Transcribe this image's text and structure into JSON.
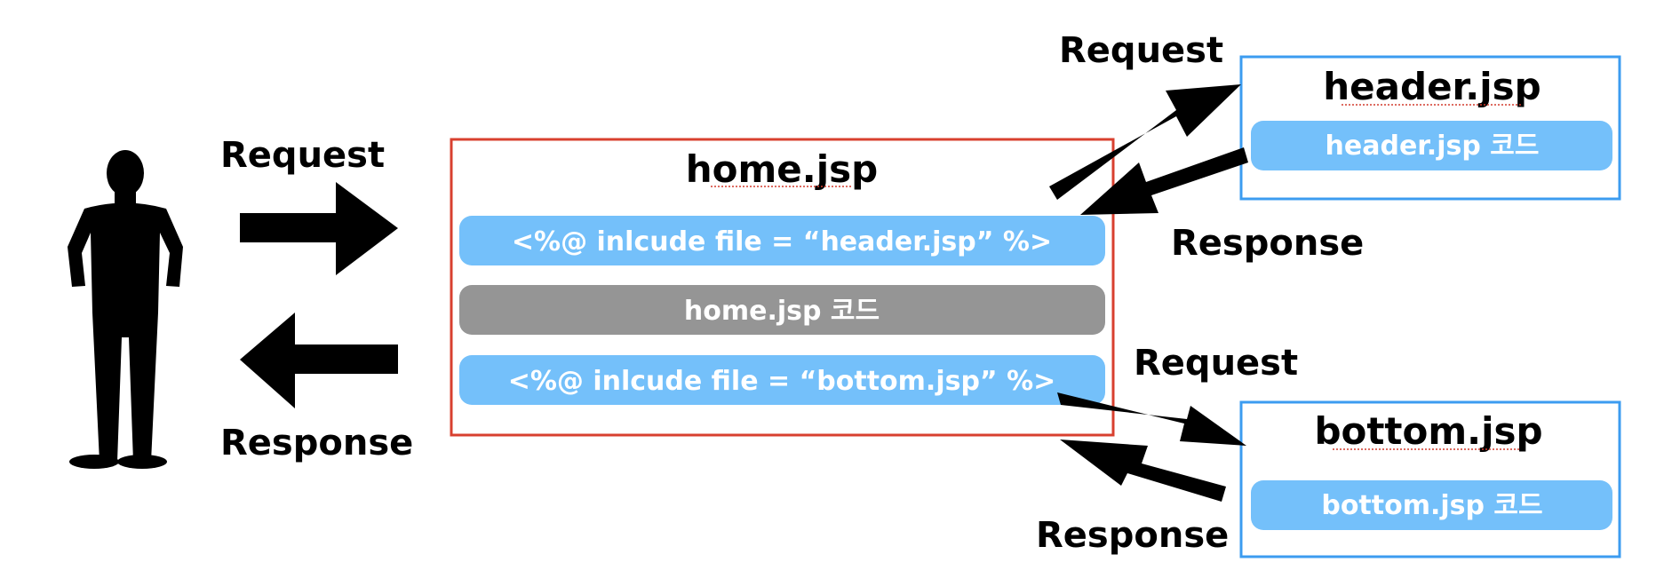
{
  "user_flow": {
    "request_label": "Request",
    "response_label": "Response"
  },
  "home": {
    "title": "home.jsp",
    "include_header": "<%@ inlcude file = “header.jsp” %>",
    "code": "home.jsp 코드",
    "include_bottom": "<%@ inlcude file = “bottom.jsp” %>",
    "border_color": "#d8402f"
  },
  "header": {
    "title": "header.jsp",
    "code": "header.jsp 코드",
    "request_label": "Request",
    "response_label": "Response",
    "border_color": "#3c9cf0"
  },
  "bottom": {
    "title": "bottom.jsp",
    "code": "bottom.jsp 코드",
    "request_label": "Request",
    "response_label": "Response",
    "border_color": "#3c9cf0"
  },
  "colors": {
    "include_pill": "#74c0fa",
    "code_pill": "#959595",
    "arrow": "#000000"
  },
  "icons": {
    "user": "person-silhouette-icon"
  }
}
